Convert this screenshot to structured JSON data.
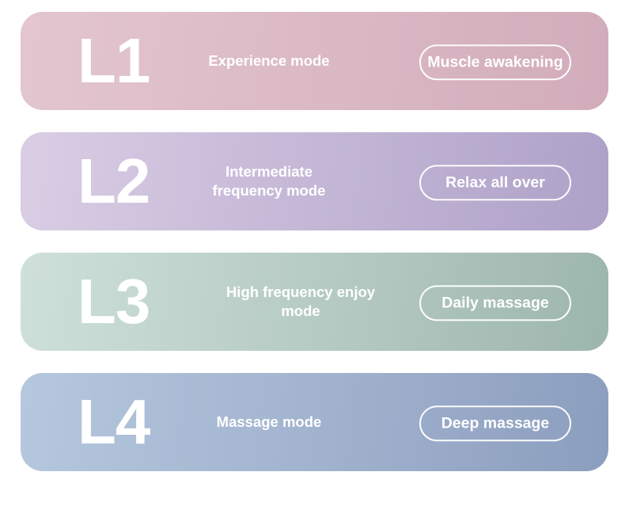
{
  "page": {
    "background_color": "#FFFFFF",
    "text_color": "#FFFFFF"
  },
  "rows": [
    {
      "level": "L1",
      "mode": "Experience mode",
      "badge": "Muscle awakening",
      "gradient_start": "#E3C6D0",
      "gradient_end": "#D2ACBA"
    },
    {
      "level": "L2",
      "mode": "Intermediate frequency mode",
      "badge": "Relax all over",
      "gradient_start": "#DACDE4",
      "gradient_end": "#AEA1C8"
    },
    {
      "level": "L3",
      "mode": "High frequency enjoy mode",
      "badge": "Daily massage",
      "gradient_start": "#CFE0DB",
      "gradient_end": "#9DB6AD"
    },
    {
      "level": "L4",
      "mode": "Massage mode",
      "badge": "Deep massage",
      "gradient_start": "#B6C8DE",
      "gradient_end": "#8C9EBE"
    }
  ]
}
